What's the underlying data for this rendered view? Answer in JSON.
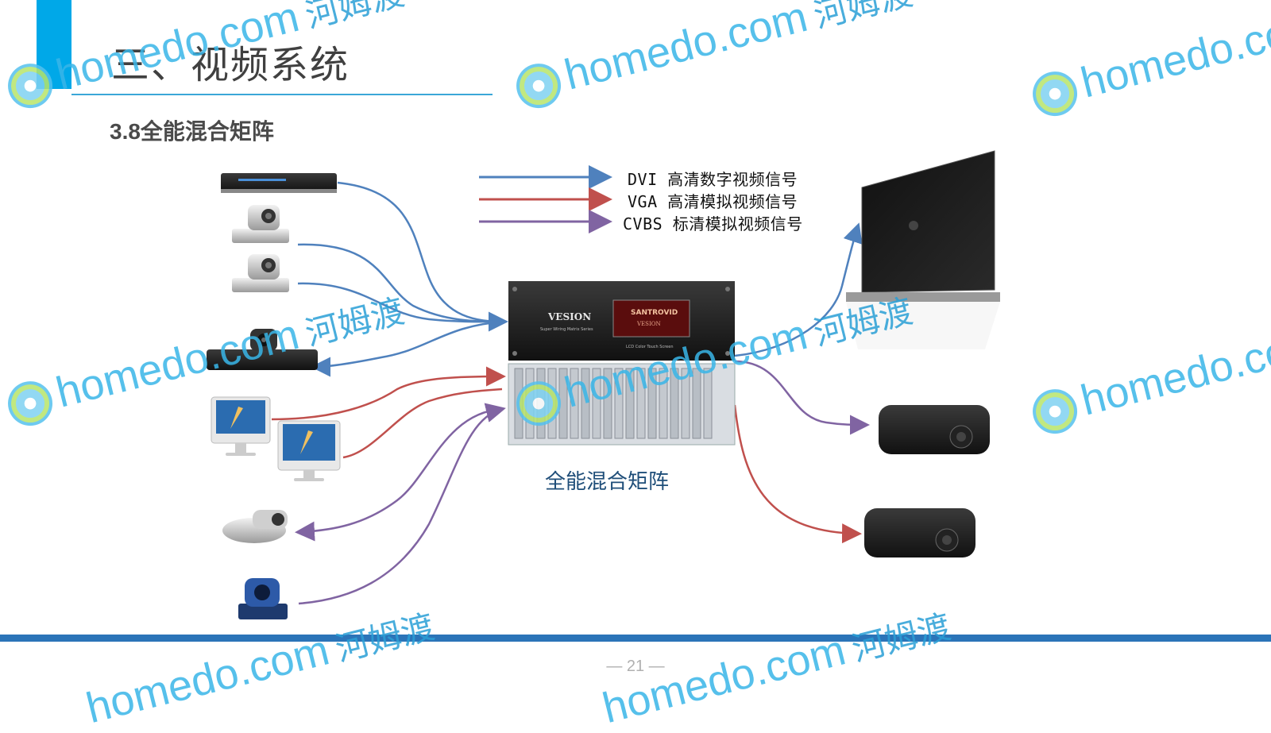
{
  "header": {
    "title": "三、视频系统",
    "subtitle": "3.8全能混合矩阵"
  },
  "legend": [
    {
      "code": "DVI",
      "desc": "DVI  高清数字视频信号",
      "color": "#4f81bd"
    },
    {
      "code": "VGA",
      "desc": "VGA  高清模拟视频信号",
      "color": "#c0504d"
    },
    {
      "code": "CVBS",
      "desc": "CVBS 标清模拟视频信号",
      "color": "#8064a2"
    }
  ],
  "matrix": {
    "label": "全能混合矩阵",
    "brand": "VESION",
    "tagline": "Super Wiring Matrix Series",
    "screen_brand": "SANTROVID",
    "screen_sub": "VESION",
    "footer_text": "LCD Color Touch Screen"
  },
  "devices": {
    "inputs": [
      "dvd-player",
      "ptz-camera",
      "ptz-camera",
      "video-conference-codec",
      "imac-computer",
      "imac-computer",
      "conference-camera",
      "dome-camera"
    ],
    "outputs": [
      "lcd-display",
      "projector",
      "projector"
    ]
  },
  "footer": {
    "page_number": "— 21 —"
  },
  "watermark": {
    "brand": "homedo.com",
    "cn": "河姆渡"
  }
}
